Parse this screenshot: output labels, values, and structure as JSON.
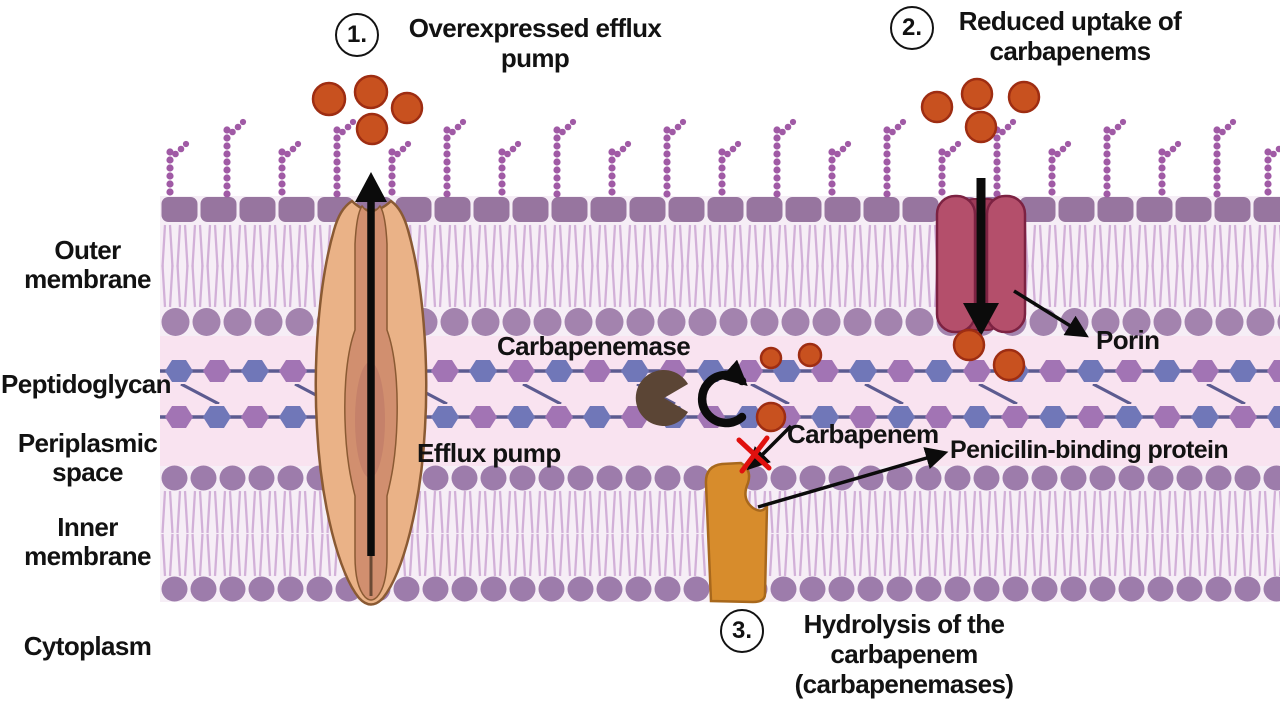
{
  "steps": [
    {
      "num": "1.",
      "label": "Overexpressed efflux pump"
    },
    {
      "num": "2.",
      "label": "Reduced uptake of carbapenems"
    },
    {
      "num": "3.",
      "label": "Hydrolysis of the carbapenem (carbapenemases)"
    }
  ],
  "layers": [
    {
      "label": "Outer membrane"
    },
    {
      "label": "Peptidoglycan"
    },
    {
      "label": "Periplasmic space"
    },
    {
      "label": "Inner membrane"
    },
    {
      "label": "Cytoplasm"
    }
  ],
  "annotations": {
    "carbapenemase": "Carbapenemase",
    "carbapenem": "Carbapenem",
    "efflux_pump": "Efflux pump",
    "porin": "Porin",
    "pbp": "Penicilin-binding protein"
  },
  "colors": {
    "carbapenem_orange": "#c8511f",
    "carbapenem_outline": "#9e2d12",
    "membrane_head_purple": "#9a79a6",
    "membrane_tail_lilac": "#d2b0d8",
    "membrane_interior": "#f6eef6",
    "periplasm_pink": "#f9e3f0",
    "peptidoglycan_blue": "#7077b8",
    "peptidoglycan_purple": "#a274b4",
    "peptidoglycan_link": "#5c5b90",
    "lps_dot_purple": "#a05aa5",
    "porin_maroon": "#b44f6b",
    "porin_channel": "#9d3a58",
    "efflux_pump_tan": "#eab287",
    "efflux_pump_inner": "#d18f6f",
    "pbp_orange": "#d78c2c",
    "carbapenemase_brown": "#5b4535",
    "blocked_x_red": "#e0100e",
    "arrow_black": "#0b0b0b"
  }
}
